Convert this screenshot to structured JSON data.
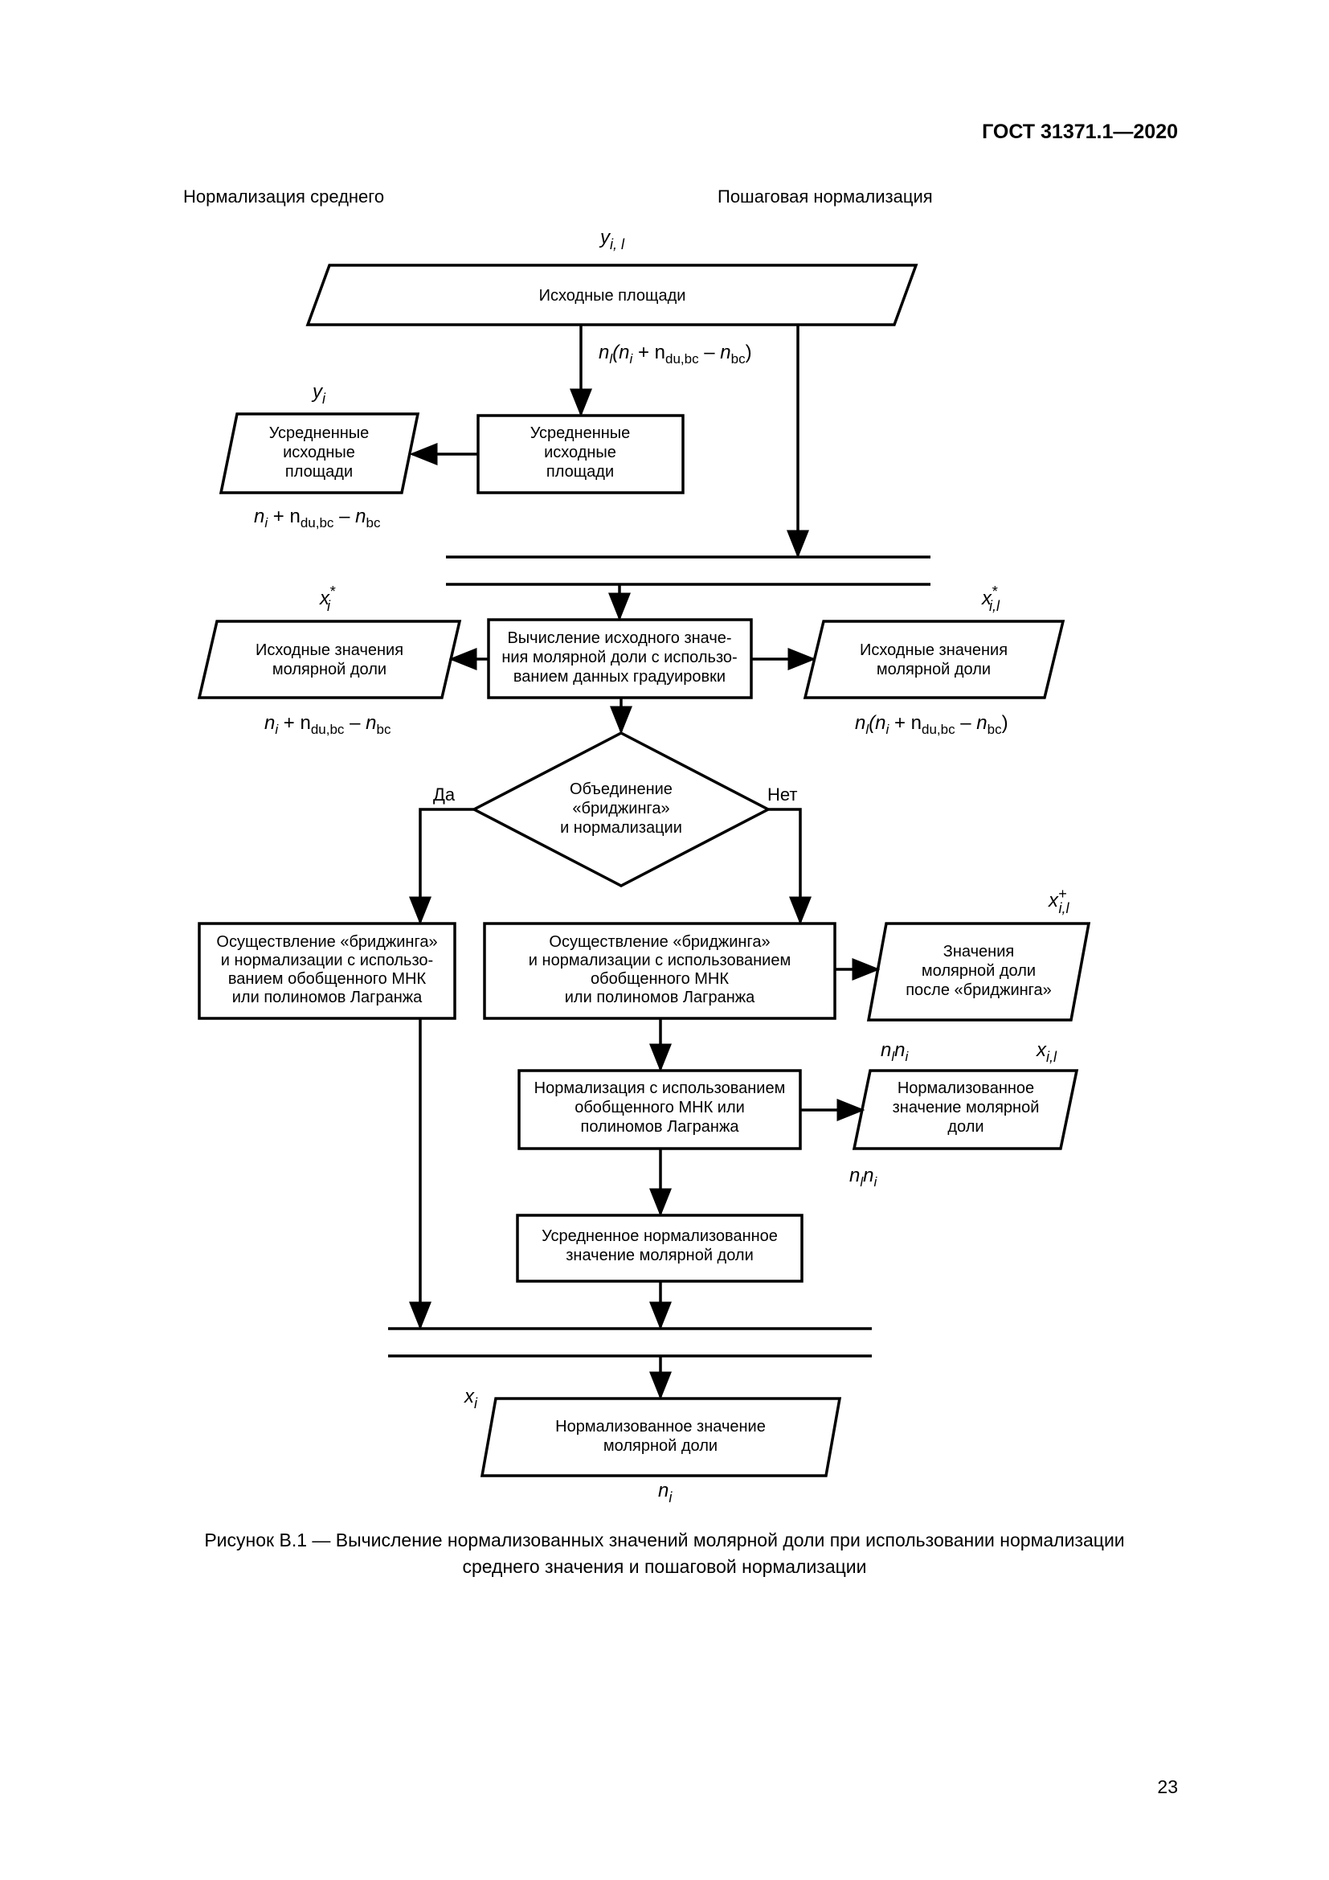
{
  "header": {
    "standard_number": "ГОСТ 31371.1—2020"
  },
  "columns": {
    "left_title": "Нормализация среднего",
    "right_title": "Пошаговая нормализация"
  },
  "nodes": {
    "source_areas": [
      "Исходные площади"
    ],
    "averaged_areas_process": [
      "Усредненные",
      "исходные",
      "площади"
    ],
    "averaged_areas_data": [
      "Усредненные",
      "исходные",
      "площади"
    ],
    "calc_initial": [
      "Вычисление исходного значе-",
      "ния молярной доли с использо-",
      "ванием данных градуировки"
    ],
    "initial_left": [
      "Исходные значения",
      "молярной доли"
    ],
    "initial_right": [
      "Исходные значения",
      "молярной доли"
    ],
    "decision": [
      "Объединение",
      "«бриджинга»",
      "и нормализации"
    ],
    "bridging_left": [
      "Осуществление «бриджинга»",
      "и нормализации с использо-",
      "ванием обобщенного МНК",
      "или полиномов Лагранжа"
    ],
    "bridging_right": [
      "Осуществление «бриджинга»",
      "и нормализации с использованием",
      "обобщенного МНК",
      "или полиномов Лагранжа"
    ],
    "after_bridging": [
      "Значения",
      "молярной доли",
      "после «бриджинга»"
    ],
    "normalization": [
      "Нормализация с использованием",
      "обобщенного МНК или",
      "полиномов Лагранжа"
    ],
    "normalized_right": [
      "Нормализованное",
      "значение молярной",
      "доли"
    ],
    "averaged_normalized": [
      "Усредненное нормализованное",
      "значение молярной доли"
    ],
    "final": [
      "Нормализованное значение",
      "молярной доли"
    ]
  },
  "branches": {
    "yes": "Да",
    "no": "Нет"
  },
  "math": {
    "y_il": {
      "base": "y",
      "sub": "i, l"
    },
    "y_i": {
      "base": "y",
      "sub": "i"
    },
    "x_i_star": {
      "base": "x",
      "sub": "i",
      "sup": "*"
    },
    "x_il_star": {
      "base": "x",
      "sub": "i,l",
      "sup": "*"
    },
    "x_il_plus": {
      "base": "x",
      "sub": "i,l",
      "sup": "+"
    },
    "x_il": {
      "base": "x",
      "sub": "i,l"
    },
    "x_i": {
      "base": "x",
      "sub": "i"
    },
    "nl_ni": {
      "a": "n",
      "a_sub": "l",
      "b": "n",
      "b_sub": "i"
    },
    "n_i": {
      "base": "n",
      "sub": "i"
    },
    "count_full": {
      "pre": "n",
      "pre_sub": "l",
      "open": "(",
      "n": "n",
      "n_sub": "i",
      "plus": " + n",
      "du_sub": "du,bc",
      "minus": " – ",
      "bc": "n",
      "bc_sub": "bc",
      "close": ")"
    },
    "count_short": {
      "n": "n",
      "n_sub": "i",
      "plus": " + n",
      "du_sub": "du,bc",
      "minus": " – ",
      "bc": "n",
      "bc_sub": "bc"
    }
  },
  "caption": [
    "Рисунок В.1 — Вычисление нормализованных значений молярной доли при использовании нормализации",
    "среднего значения и пошаговой нормализации"
  ],
  "footer": {
    "page_number": "23"
  }
}
